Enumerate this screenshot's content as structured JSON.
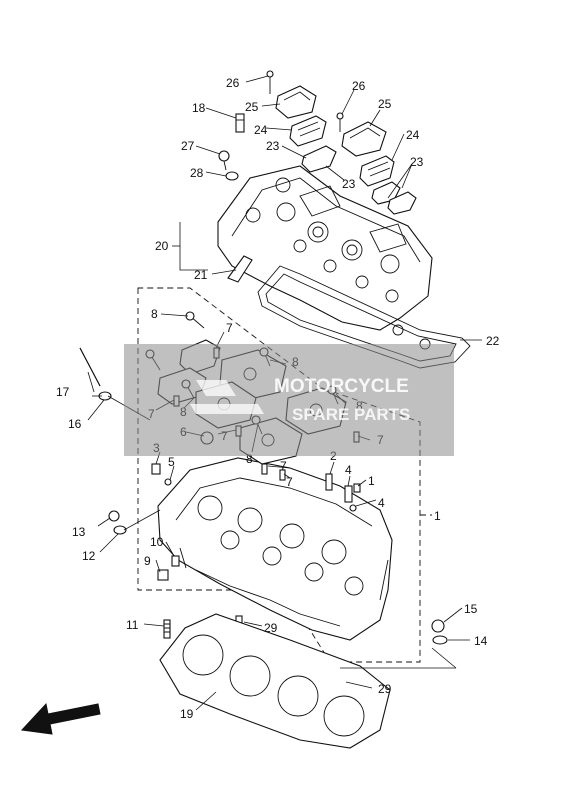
{
  "labels": {
    "l1": "1",
    "l2": "2",
    "l3": "3",
    "l4a": "4",
    "l4b": "4",
    "l5": "5",
    "l6": "6",
    "l7a": "7",
    "l7b": "7",
    "l7c": "7",
    "l7d": "7",
    "l7e": "7",
    "l7f": "7",
    "l8a": "8",
    "l8b": "8",
    "l8c": "8",
    "l8d": "8",
    "l8e": "8",
    "l9": "9",
    "l10": "10",
    "l11": "11",
    "l12": "12",
    "l13": "13",
    "l14": "14",
    "l15": "15",
    "l16": "16",
    "l17": "17",
    "l18": "18",
    "l19": "19",
    "l20": "20",
    "l21": "21",
    "l22": "22",
    "l23a": "23",
    "l23b": "23",
    "l23c": "23",
    "l24a": "24",
    "l24b": "24",
    "l25a": "25",
    "l25b": "25",
    "l26a": "26",
    "l26b": "26",
    "l27": "27",
    "l28": "28",
    "l29a": "29",
    "l29b": "29"
  },
  "watermark": {
    "line1": "MOTORCYCLE",
    "line2": "SPARE PARTS"
  },
  "colors": {
    "line": "#111111",
    "watermark": "#7a7a7a"
  }
}
